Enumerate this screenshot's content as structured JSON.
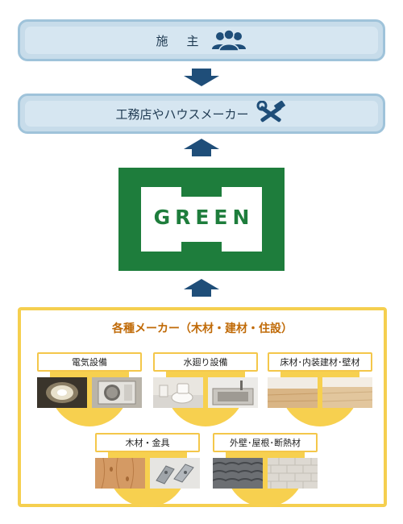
{
  "owner": {
    "label": "施　主",
    "icon": "people-group-icon"
  },
  "builder": {
    "label": "工務店やハウスメーカー",
    "icon": "hammer-wrench-icon"
  },
  "center": {
    "logo_text": "GREEN",
    "brand_color": "#1e7d3c"
  },
  "makers": {
    "title": "各種メーカー（木材・建材・住設）",
    "categories": [
      {
        "label": "電気設備",
        "photos": [
          "ceiling-light-photo",
          "air-conditioner-unit-photo"
        ]
      },
      {
        "label": "水廻り設備",
        "photos": [
          "toilet-photo",
          "kitchen-sink-photo"
        ]
      },
      {
        "label": "床材･内装建材･壁材",
        "photos": [
          "wood-counter-photo",
          "wood-panel-photo"
        ]
      },
      {
        "label": "木材・金具",
        "photos": [
          "lumber-photo",
          "metal-brackets-photo"
        ]
      },
      {
        "label": "外壁･屋根･断熱材",
        "photos": [
          "roof-tiles-photo",
          "brick-wall-photo"
        ]
      }
    ]
  },
  "colors": {
    "box_blue": "#d6e6f1",
    "arrow": "#1f4e79",
    "frame_yellow": "#f5cf4f",
    "title_orange": "#c06a07"
  }
}
